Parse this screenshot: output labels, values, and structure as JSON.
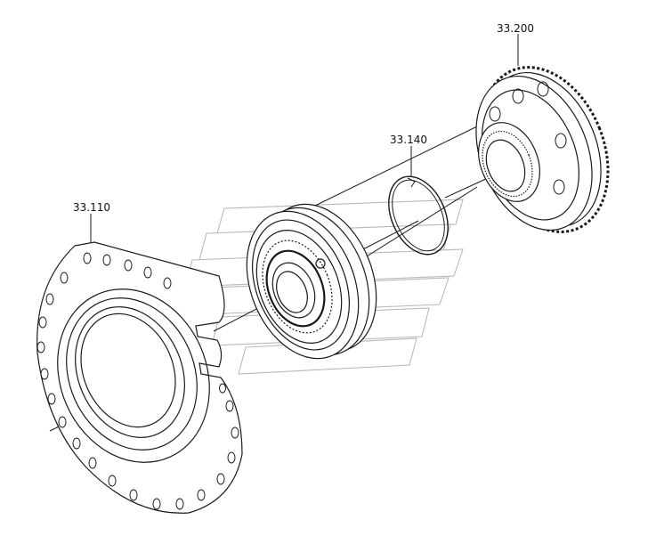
{
  "parts": {
    "cover_plate": {
      "label": "33.110"
    },
    "snap_ring": {
      "label": "33.140"
    },
    "gear_hub": {
      "label": "33.200"
    }
  },
  "colors": {
    "line": "#1a1a1a",
    "watermark": "#b5b5b5",
    "background": "#ffffff"
  }
}
